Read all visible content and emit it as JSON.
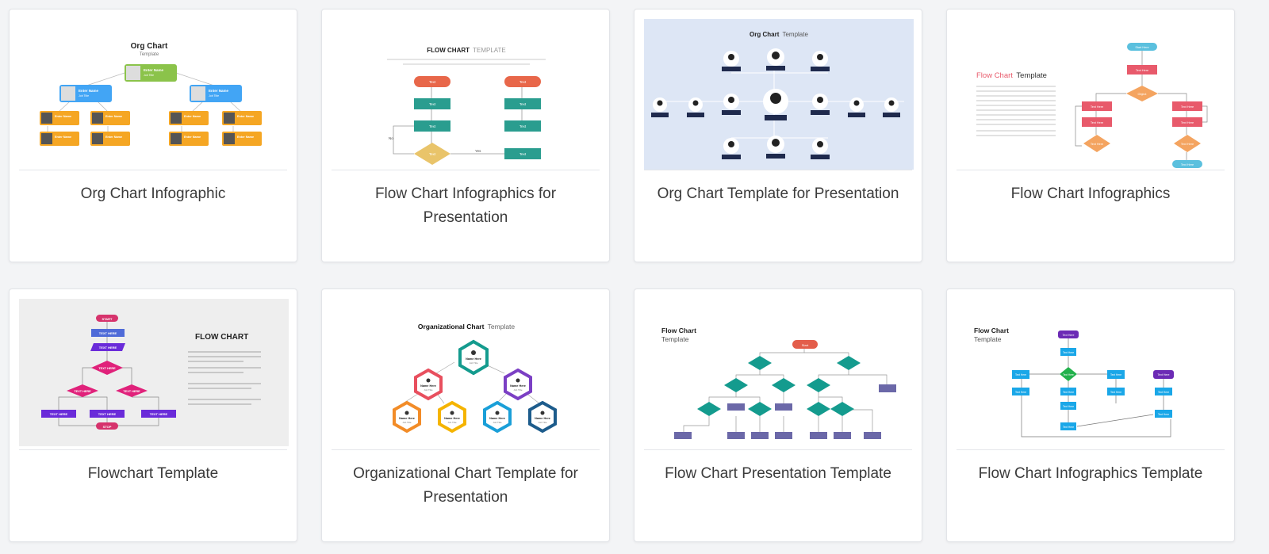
{
  "cards": [
    {
      "title": "Org Chart Infographic",
      "thumb": {
        "heading": "Org Chart",
        "subheading": "Template",
        "name": "Enter Name",
        "role": "Job Title"
      }
    },
    {
      "title": "Flow Chart Infographics for Presentation",
      "thumb": {
        "heading_bold": "FLOW CHART",
        "heading_light": "TEMPLATE",
        "step": "Text",
        "yes": "Yes",
        "no": "No"
      }
    },
    {
      "title": "Org Chart Template for Presentation",
      "thumb": {
        "heading_bold": "Org Chart",
        "heading_light": "Template"
      }
    },
    {
      "title": "Flow Chart Infographics",
      "thumb": {
        "heading_accent": "Flow Chart",
        "heading_light": "Template",
        "start": "Start Here",
        "step": "Text Here",
        "question": "Object"
      }
    },
    {
      "title": "Flowchart Template",
      "thumb": {
        "heading": "FLOW CHART",
        "start": "START",
        "step": "TEXT HERE",
        "stop": "STOP"
      }
    },
    {
      "title": "Organizational Chart Template for Presentation",
      "thumb": {
        "heading_bold": "Organizational Chart",
        "heading_light": "Template",
        "name": "Name Here",
        "role": "Job Title"
      }
    },
    {
      "title": "Flow Chart Presentation Template",
      "thumb": {
        "heading_line1": "Flow Chart",
        "heading_line2": "Template",
        "start": "Start"
      }
    },
    {
      "title": "Flow Chart Infographics Template",
      "thumb": {
        "heading_line1": "Flow Chart",
        "heading_line2": "Template",
        "step": "Text Here"
      }
    }
  ],
  "colors": {
    "org_green": "#8bc34a",
    "org_blue": "#42a5f5",
    "org_orange": "#f5a623",
    "flow_orange": "#e8674a",
    "flow_teal": "#2a9d8f",
    "flow_yellow": "#e9c46a",
    "navy": "#1f2a4d",
    "light_blue_bg": "#dde6f5",
    "coral": "#e85a6b",
    "sky": "#5bc0de",
    "magenta": "#e0217a",
    "purple": "#6a2bd9",
    "teal_dark": "#149b8e",
    "slate_purple": "#6b68a8",
    "cyan": "#1aa7e8",
    "violet": "#6c2bb5"
  }
}
